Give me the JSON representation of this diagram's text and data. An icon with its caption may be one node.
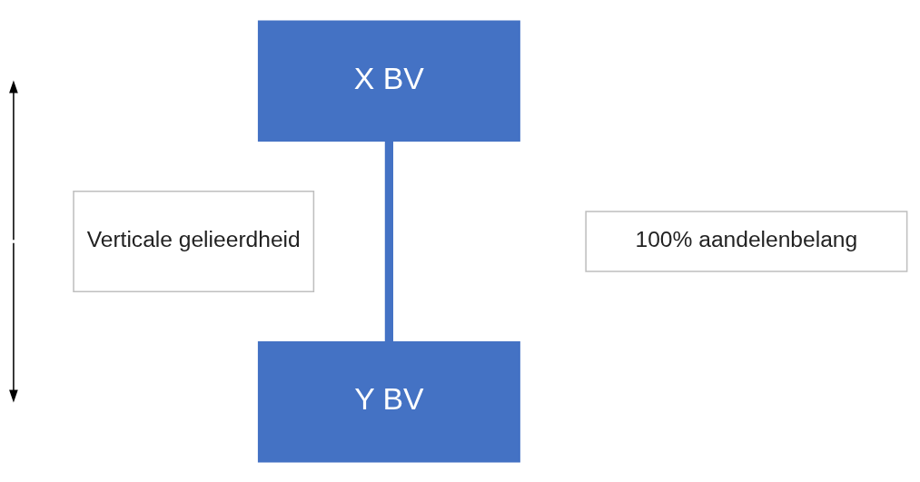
{
  "diagram": {
    "nodes": [
      {
        "text": [
          "X BV"
        ]
      },
      {
        "text": [
          "Y BV"
        ]
      },
      {
        "text": [
          "Verticale gelieerdheid"
        ]
      },
      {
        "text": [
          "100% aandelenbelang"
        ]
      }
    ],
    "edges": [
      {
        "from": 0,
        "to": 1,
        "arrow": "none"
      }
    ]
  }
}
